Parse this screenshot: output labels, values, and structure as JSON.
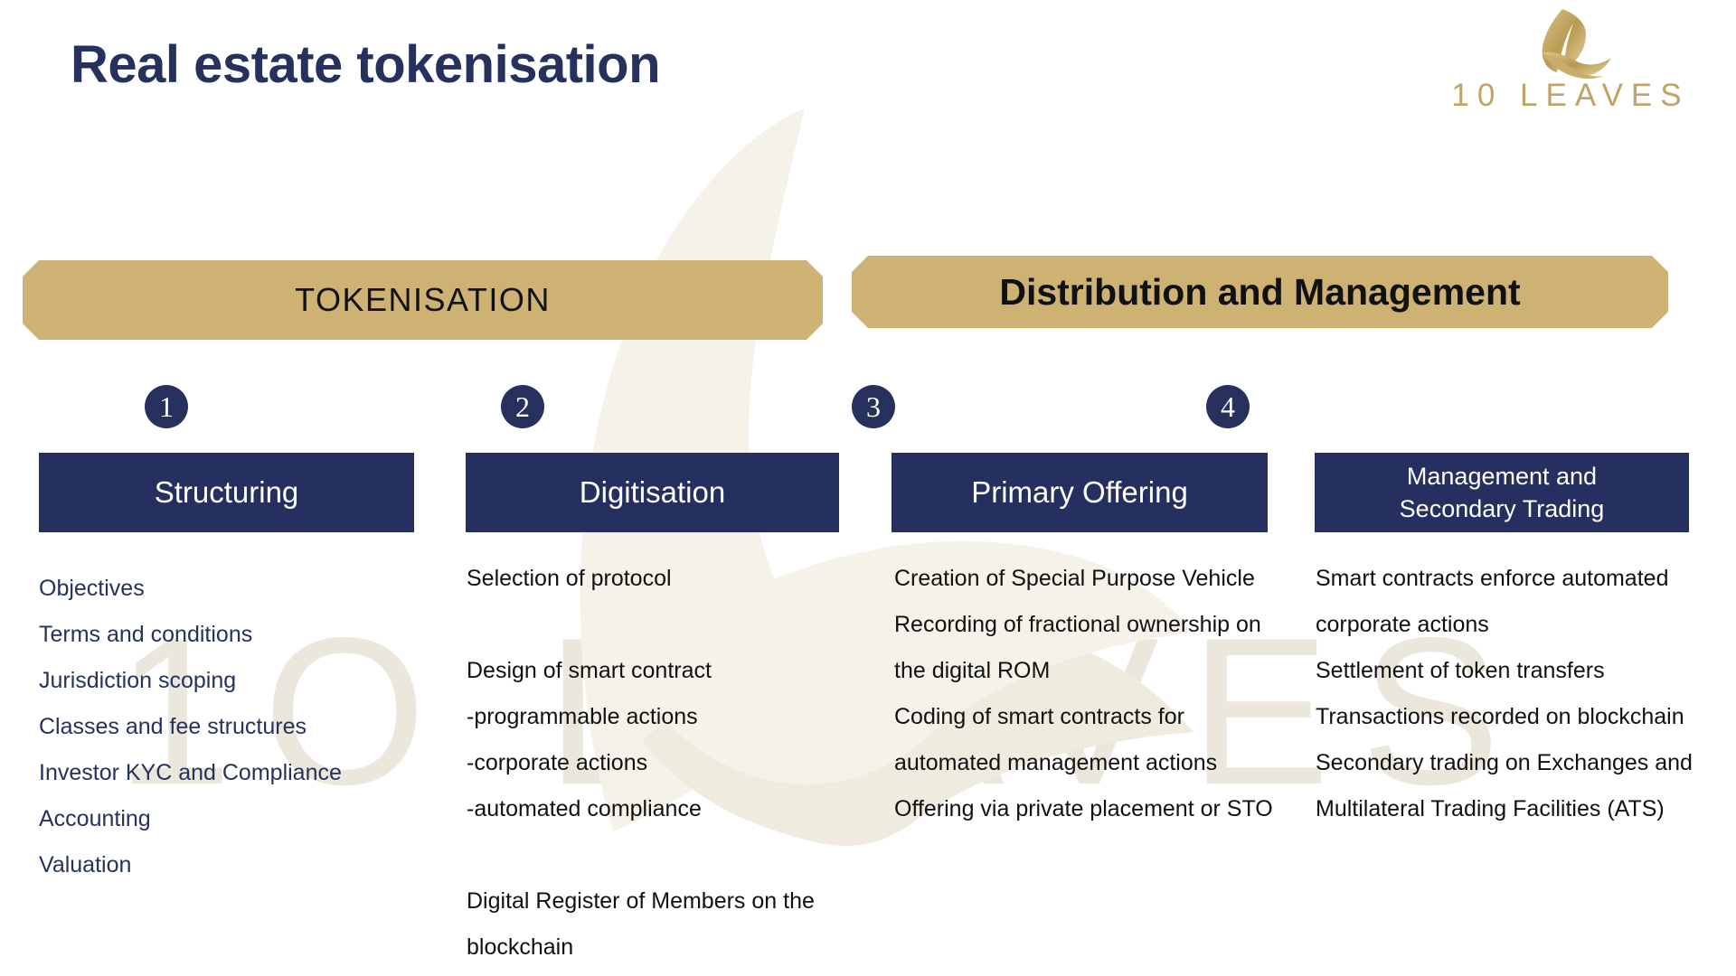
{
  "page_title": "Real estate tokenisation",
  "brand": {
    "name": "10 LEAVES",
    "mark": "leaf-icon",
    "color": "#bfa468"
  },
  "watermark": "1O LEAVES",
  "colors": {
    "navy": "#253060",
    "gold": "#cdb273",
    "title": "#26315e",
    "watermark": "#ebe7dc",
    "body_navy": "#26315e",
    "body_dark": "#111111"
  },
  "phases": [
    {
      "label": "TOKENISATION"
    },
    {
      "label": "Distribution and Management"
    }
  ],
  "steps": [
    {
      "number": "1",
      "title": "Structuring",
      "text_color": "navy",
      "lines": [
        "Objectives",
        "Terms and conditions",
        "Jurisdiction scoping",
        "Classes and fee structures",
        "Investor KYC and Compliance",
        "Accounting",
        "Valuation"
      ]
    },
    {
      "number": "2",
      "title": "Digitisation",
      "text_color": "dark",
      "lines": [
        "Selection of protocol",
        "",
        "Design of smart contract",
        "-programmable actions",
        "-corporate actions",
        "-automated compliance",
        "",
        "Digital Register of Members on the blockchain"
      ]
    },
    {
      "number": "3",
      "title": "Primary Offering",
      "text_color": "dark",
      "lines": [
        "Creation of Special Purpose Vehicle",
        "Recording of fractional ownership on the digital ROM",
        "Coding of smart contracts for automated management actions",
        "Offering via private placement or STO"
      ]
    },
    {
      "number": "4",
      "title": "Management and Secondary Trading",
      "text_color": "dark",
      "lines": [
        "Smart contracts enforce automated corporate actions",
        "Settlement of token transfers",
        "Transactions recorded on blockchain",
        "Secondary trading on Exchanges and Multilateral Trading Facilities (ATS)"
      ]
    }
  ]
}
